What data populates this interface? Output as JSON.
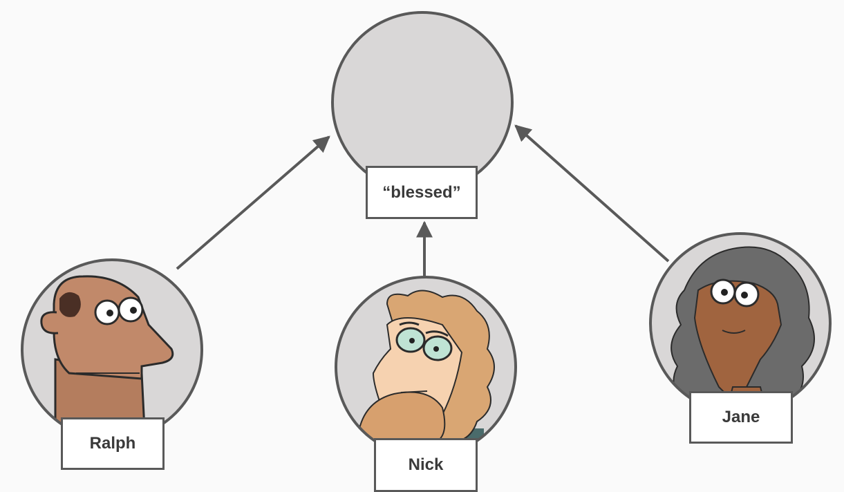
{
  "central_node": {
    "label": "“blessed”"
  },
  "people": [
    {
      "name": "Ralph"
    },
    {
      "name": "Nick"
    },
    {
      "name": "Jane"
    }
  ],
  "colors": {
    "node_fill": "#d9d7d7",
    "outline": "#595959",
    "arrow": "#595959",
    "background": "#fafafa"
  }
}
